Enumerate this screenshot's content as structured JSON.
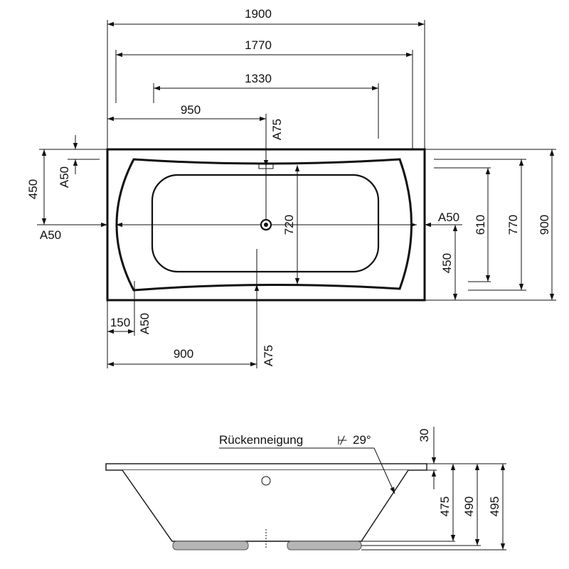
{
  "top_view": {
    "dims": {
      "overall_length": "1900",
      "inner_length": "1770",
      "basin_length": "1330",
      "drain_offset": "950",
      "left_offset": "900",
      "corner_offset": "150",
      "overall_width": "900",
      "inner_width": "770",
      "basin_width": "610",
      "center_width": "720",
      "drain_height": "450",
      "drain_height_left": "450"
    },
    "labels": {
      "a75_top": "A75",
      "a75_bottom": "A75",
      "a50_left_top": "A50",
      "a50_left_mid": "A50",
      "a50_right": "A50",
      "a50_bottom": "A50"
    }
  },
  "side_view": {
    "back_slope_label": "Rückenneigung",
    "back_slope_angle": "29°",
    "dims": {
      "rim": "30",
      "depth_475": "475",
      "depth_490": "490",
      "depth_495": "495"
    }
  }
}
